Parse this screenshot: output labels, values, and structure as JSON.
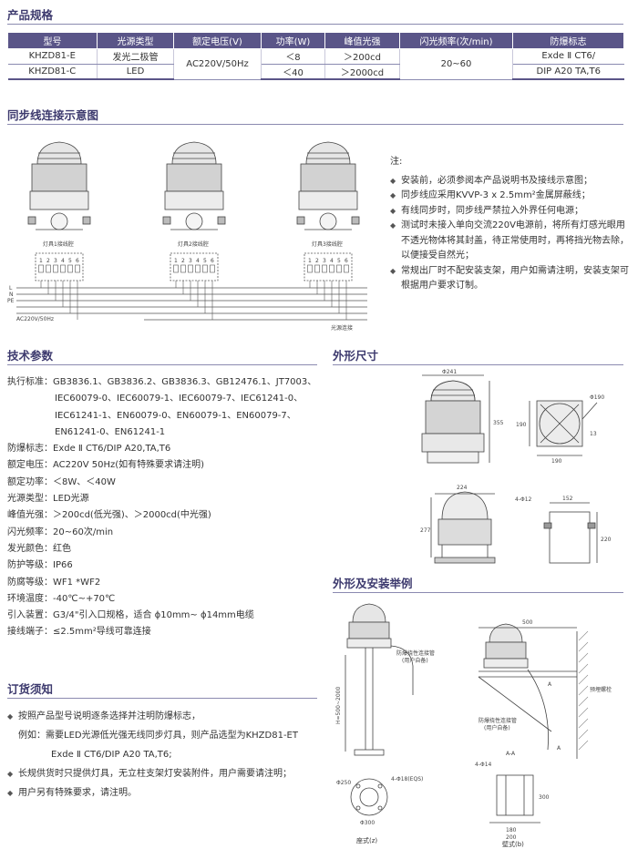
{
  "sections": {
    "spec": "产品规格",
    "sync": "同步线连接示意图",
    "tech": "技术参数",
    "dims": "外形尺寸",
    "install": "外形及安装举例",
    "order": "订货须知"
  },
  "spec_table": {
    "headers": [
      "型号",
      "光源类型",
      "额定电压(V)",
      "功率(W)",
      "峰值光强",
      "闪光频率(次/min)",
      "防爆标志"
    ],
    "rows": [
      [
        "KHZD81-E",
        "发光二极管",
        "AC220V/50Hz",
        "＜8",
        "＞200cd",
        "20~60",
        "Exde Ⅱ CT6/"
      ],
      [
        "KHZD81-C",
        "LED",
        "",
        "＜40",
        "＞2000cd",
        "",
        "DIP A20 TA,T6"
      ]
    ]
  },
  "sync_diagram": {
    "lamp_labels": [
      "灯具1接线腔",
      "灯具2接线腔",
      "灯具3接线腔"
    ],
    "terminal_numbers": [
      "1",
      "2",
      "3",
      "4",
      "5",
      "6"
    ],
    "line_labels": [
      "L",
      "N",
      "PE"
    ],
    "supply_label": "AC220V/50Hz",
    "sync_wire_label": "光源连接"
  },
  "sync_notes": {
    "title": "注:",
    "items": [
      "安装前，必须参阅本产品说明书及接线示意图；",
      "同步线应采用KVVP-3 x 2.5mm²金属屏蔽线；",
      "有线同步时，同步线严禁拉入外界任何电源；",
      "测试时未接入单向交流220V电源前，将所有灯感光眼用不透光物体将其封盖，待正常使用时，再将挡光物去除，以便接受自然光；",
      "常规出厂时不配安装支架，用户如需请注明，安装支架可根据用户要求订制。"
    ]
  },
  "tech_params": {
    "standards_label": "执行标准：",
    "standards_lines": [
      "GB3836.1、GB3836.2、GB3836.3、GB12476.1、JT7003、",
      "IEC60079-0、IEC60079-1、IEC60079-7、IEC61241-0、",
      "IEC61241-1、EN60079-0、EN60079-1、EN60079-7、",
      "EN61241-0、EN61241-1"
    ],
    "rows": [
      {
        "label": "防爆标志：",
        "value": "Exde Ⅱ CT6/DIP A20,TA,T6"
      },
      {
        "label": "额定电压：",
        "value": "AC220V  50Hz(如有特殊要求请注明)"
      },
      {
        "label": "额定功率：",
        "value": "＜8W、＜40W"
      },
      {
        "label": "光源类型：",
        "value": "LED光源"
      },
      {
        "label": "峰值光强：",
        "value": "＞200cd(低光强)、＞2000cd(中光强)"
      },
      {
        "label": "闪光频率：",
        "value": "20~60次/min"
      },
      {
        "label": "发光颜色：",
        "value": "红色"
      },
      {
        "label": "防护等级：",
        "value": "IP66"
      },
      {
        "label": "防腐等级：",
        "value": "WF1 *WF2"
      },
      {
        "label": "环境温度：",
        "value": "-40℃~+70℃"
      },
      {
        "label": "引入装置：",
        "value": "G3/4\"引入口规格，适合 ϕ10mm~ ϕ14mm电缆"
      },
      {
        "label": "接线端子：",
        "value": "≤2.5mm²导线可靠连接"
      }
    ]
  },
  "dims": {
    "front_width": "Φ241",
    "front_height": "355",
    "top_diameter": "Φ190",
    "top_side": "190",
    "top_side2": "190",
    "top_offset": "13",
    "lamp_width": "224",
    "lamp_height": "277",
    "base_holes": "4-Φ12",
    "base_width": "152",
    "base_height": "220"
  },
  "install": {
    "label_a": "座式(z)",
    "label_b": "壁式(b)",
    "cable_label_a": "防爆挠性连接管",
    "cable_sub_a": "(用户自备)",
    "cable_label_b": "防爆挠性连接管",
    "cable_sub_b": "(用户自备)",
    "height_range": "H=500~2000",
    "bolt_holes": "4-Φ18(EQS)",
    "base_dia": "Φ250",
    "base_dia2": "Φ300",
    "arm_length": "500",
    "wall_bolt": "预埋螺栓",
    "section": "A-A",
    "section_holes": "4-Φ14",
    "marker": "A",
    "bracket_w": "180",
    "bracket_w2": "200",
    "bracket_h": "300"
  },
  "order_notes": {
    "items": [
      "按照产品型号说明逐条选择并注明防爆标志，",
      "长规供货时只提供灯具，无立柱支架灯安装附件，用户需要请注明；",
      "用户另有特殊要求，请注明。"
    ],
    "example_line1": "例如：需要LED光源低光强无线同步灯具，则产品选型为KHZD81-ET",
    "example_line2": "Exde Ⅱ CT6/DIP A20 TA,T6;"
  }
}
